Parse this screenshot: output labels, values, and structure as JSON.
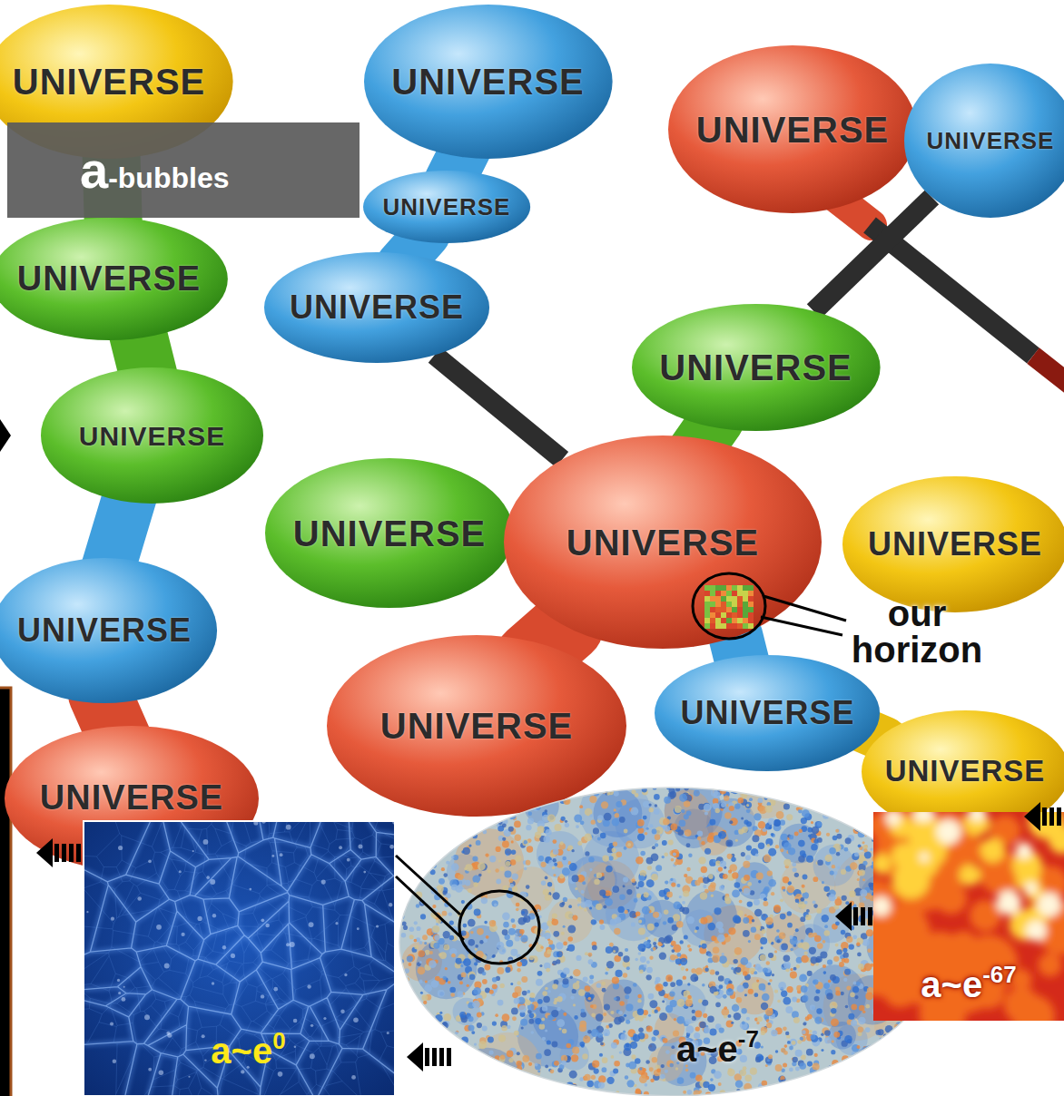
{
  "diagram": {
    "nodes": [
      {
        "text": [
          "UNIVERSE"
        ]
      },
      {
        "text": [
          "UNIVERSE"
        ]
      },
      {
        "text": [
          "UNIVERSE"
        ]
      },
      {
        "text": [
          "UNIVERSE"
        ]
      },
      {
        "text": [
          "a-bubbles"
        ]
      },
      {
        "text": [
          "UNIVERSE"
        ]
      },
      {
        "text": [
          "UNIVERSE"
        ]
      },
      {
        "text": [
          "UNIVERSE"
        ]
      },
      {
        "text": [
          "UNIVERSE"
        ]
      },
      {
        "text": [
          "UNIVERSE"
        ]
      },
      {
        "text": [
          "UNIVERSE"
        ]
      },
      {
        "text": [
          "UNIVERSE"
        ]
      },
      {
        "text": [
          "UNIVERSE"
        ]
      },
      {
        "text": [
          "UNIVERSE"
        ]
      },
      {
        "text": [
          "UNIVERSE"
        ]
      },
      {
        "text": [
          "UNIVERSE"
        ]
      },
      {
        "text": [
          "UNIVERSE"
        ]
      },
      {
        "text": [
          "UNIVERSE"
        ]
      },
      {
        "text": [
          "a~e0"
        ]
      },
      {
        "text": [
          "a~e-7"
        ]
      },
      {
        "text": [
          "a~e-67"
        ]
      }
    ],
    "edges": [
      {
        "from": 7,
        "to": 11,
        "arrow": "none"
      },
      {
        "from": 8,
        "to": 3,
        "arrow": "none"
      }
    ],
    "labels": [
      "our horizon"
    ]
  }
}
